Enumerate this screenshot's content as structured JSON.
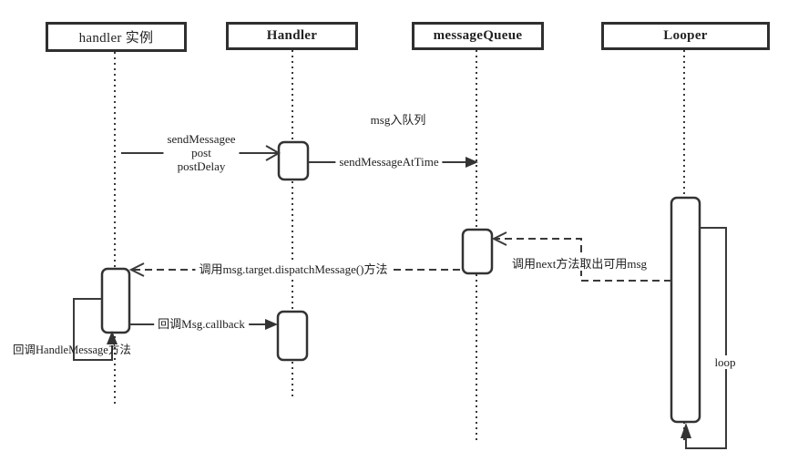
{
  "diagram": {
    "type": "sequence",
    "lifelines": [
      {
        "label": "handler 实例"
      },
      {
        "label": "Handler"
      },
      {
        "label": "messageQueue"
      },
      {
        "label": "Looper"
      }
    ],
    "messages": {
      "send_message_line1": "sendMessagee",
      "send_message_line2": "post",
      "send_message_line3": "postDelay",
      "msg_enqueue_note": "msg入队列",
      "send_message_at_time": "sendMessageAtTime",
      "call_next": "调用next方法取出可用msg",
      "dispatch_message": "调用msg.target.dispatchMessage()方法",
      "msg_callback": "回调Msg.callback",
      "handle_message": "回调HandleMessage方法",
      "loop_label": "loop"
    },
    "colors": {
      "line": "#3a3a3a",
      "text": "#222222",
      "background": "#ffffff"
    }
  }
}
